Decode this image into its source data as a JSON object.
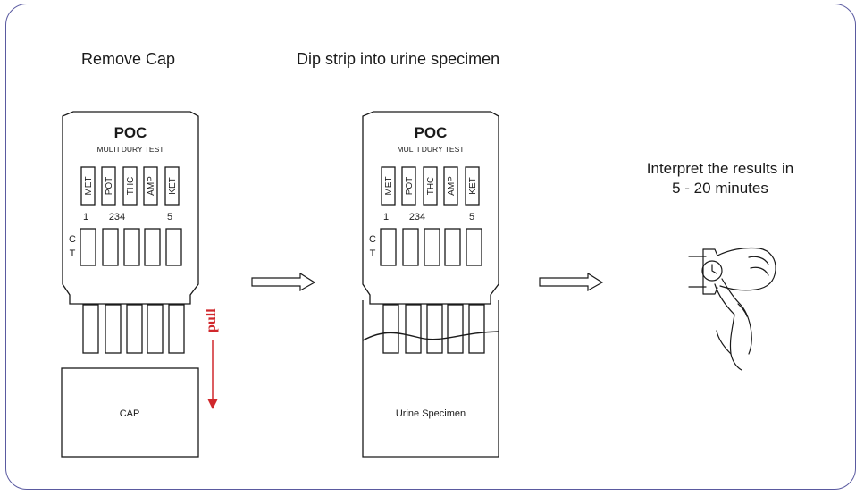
{
  "steps": {
    "remove_cap": "Remove Cap",
    "dip_strip": "Dip strip into urine specimen",
    "interpret_line1": "Interpret the results in",
    "interpret_line2": "5 - 20 minutes"
  },
  "device": {
    "brand": "POC",
    "subtitle": "MULTI DURY TEST",
    "drug_labels": [
      "MET",
      "POT",
      "THC",
      "AMP",
      "KET"
    ],
    "number_a": "1",
    "number_b": "234",
    "number_c": "5",
    "c_label": "C",
    "t_label": "T"
  },
  "cap_label": "CAP",
  "pull_label": "pull",
  "specimen_label": "Urine Specimen",
  "colors": {
    "frame": "#5a5aa0",
    "pull": "#d0282c",
    "line": "#1a1a1a"
  }
}
